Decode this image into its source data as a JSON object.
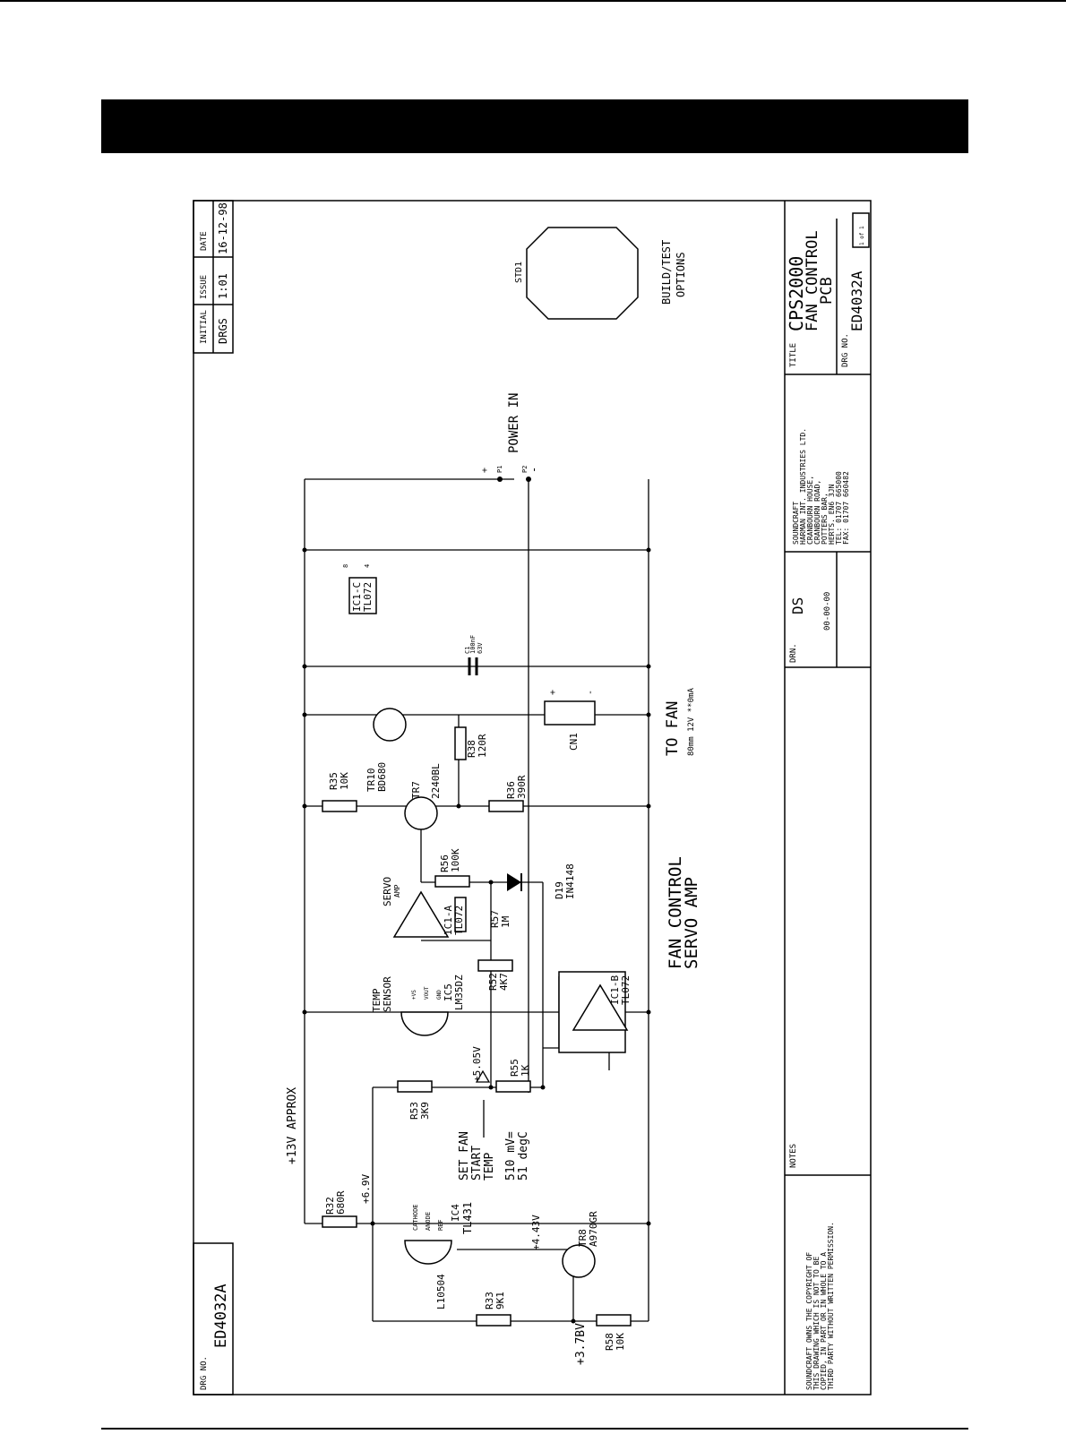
{
  "corner_box": {
    "initial_label": "INITIAL",
    "initial_value": "DRGS",
    "issue_label": "ISSUE",
    "issue_value": "1:01",
    "date_label": "DATE",
    "date_value": "16-12-98"
  },
  "left_drg": {
    "label": "DRG NO.",
    "value": "ED4032A"
  },
  "title_block": {
    "title_label": "TITLE",
    "title_line1": "CPS2000",
    "title_line2": "FAN CONTROL",
    "title_line3": "PCB",
    "drg_label": "DRG NO.",
    "drg_value": "ED4032A",
    "sheet": "1 of 1",
    "company": [
      "SOUNDCRAFT",
      "HARMAN INT. INDUSTRIES LTD.",
      "CRANBOURN HOUSE,",
      "CRANBOURN ROAD,",
      "POTTERS BAR,",
      "HERTS. EN6 3JN",
      "TEL: 01707 665000",
      "FAX: 01707 660482"
    ],
    "drn_label": "DRN.",
    "drn_date": "00-00-00",
    "notes_label": "NOTES",
    "copyright": [
      "SOUNDCRAFT OWNS THE COPYRIGHT OF",
      "THIS DRAWING WHICH IS NOT TO BE",
      "COPIED, IN PART OR IN WHOLE TO A",
      "THIRD PARTY WITHOUT WRITTEN PERMISSION."
    ]
  },
  "std": {
    "label": "STD1",
    "caption1": "BUILD/TEST",
    "caption2": "OPTIONS"
  },
  "schematic": {
    "power_in": "POWER IN",
    "p1": "P1",
    "p2": "P2",
    "plus": "+",
    "minus": "-",
    "ic1c": "IC1-C",
    "ic1c_part": "TL072",
    "pin8": "8",
    "pin4": "4",
    "c1": "C1",
    "c1_value": "100nF",
    "c1_voltage": "63V",
    "to_fan": "TO FAN",
    "fan_spec": "80mm 12V **0mA",
    "cn1": "CN1",
    "tr10": "TR10",
    "tr10_part": "BD680",
    "r38": "R38",
    "r38_value": "120R",
    "r35": "R35",
    "r35_value": "10K",
    "tr7": "TR7",
    "tr7_part": "2240BL",
    "r36": "R36",
    "r36_value": "390R",
    "fan_control": "FAN CONTROL",
    "servo_amp": "SERVO AMP",
    "servo_label": "SERVO",
    "amp_label": "AMP",
    "r56": "R56",
    "r56_value": "100K",
    "d19": "D19",
    "d19_part": "IN4148",
    "ic1a": "IC1-A",
    "ic1a_part": "TL072",
    "r57": "R57",
    "r57_value": "1M",
    "r52": "R52",
    "r52_value": "4K7",
    "ic1b": "IC1-B",
    "ic1b_part": "TL072",
    "temp": "TEMP",
    "sensor": "SENSOR",
    "ic5": "IC5",
    "ic5_part": "LM35DZ",
    "vs": "+VS",
    "vout": "VOUT",
    "gnd": "GND",
    "v505": "+5.05V",
    "r55": "R55",
    "r55_value": "1K",
    "v13": "+13V APPROX",
    "r53": "R53",
    "r53_value": "3K9",
    "set_fan": "SET FAN",
    "start": "START",
    "temp2": "TEMP",
    "mv": "510 mV=",
    "degc": "51 degC",
    "r32": "R32",
    "r32_value": "680R",
    "v69": "+6.9V",
    "cathode": "CATHODE",
    "anode": "ANODE",
    "ref": "REF",
    "ic4": "IC4",
    "ic4_part": "TL431",
    "v443": "+4.43V",
    "tr8": "TR8",
    "tr8_part": "A970GR",
    "l10504": "L10504",
    "r33": "R33",
    "r33_value": "9K1",
    "v37": "+3.7BV",
    "r58": "R58",
    "r58_value": "10K"
  }
}
